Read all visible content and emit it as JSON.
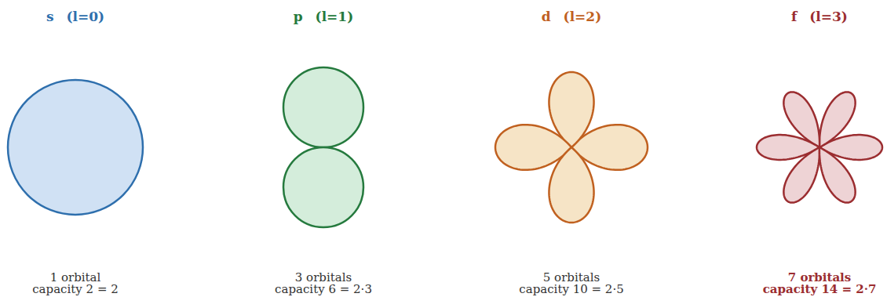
{
  "diagram": {
    "nodes": [
      {
        "text": [
          "s (l=0)",
          "1 orbital capacity 2 = 2"
        ]
      },
      {
        "text": [
          "p (l=1)",
          "3 orbitals capacity 6 = 2·3"
        ]
      },
      {
        "text": [
          "d (l=2)",
          "5 orbitals capacity 10 = 2·5"
        ]
      },
      {
        "text": [
          "f (l=3)",
          "7 orbitals capacity 14 = 2·7"
        ]
      }
    ]
  }
}
